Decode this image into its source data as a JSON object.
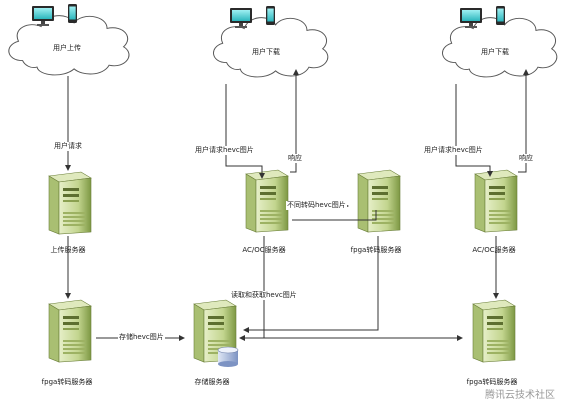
{
  "clouds": {
    "left": {
      "label": "用户上传"
    },
    "middle": {
      "label": "用户下载"
    },
    "right": {
      "label": "用户下载"
    }
  },
  "servers": {
    "upload": {
      "label": "上传服务器"
    },
    "ac_oc_middle": {
      "label": "AC/OC服务器"
    },
    "ffmpeg_middle": {
      "label": "fpga转码服务器"
    },
    "ac_oc_right": {
      "label": "AC/OC服务器"
    },
    "ffmpeg_left": {
      "label": "fpga转码服务器"
    },
    "storage": {
      "label": "存储服务器"
    },
    "ffmpeg_right": {
      "label": "fpga转码服务器"
    }
  },
  "edges": {
    "user_request": "用户请求",
    "request_hevc_middle": "用户请求hevc图片",
    "response_middle": "响应",
    "no_hevc_request": "不同转码hevc图片",
    "read_hevc": "读取和获取hevc图片",
    "store_hevc": "存储hevc图片",
    "request_hevc_right": "用户请求hevc图片",
    "response_right": "响应"
  },
  "watermark": "腾讯云技术社区",
  "colors": {
    "line": "#333333",
    "cloud_stroke": "#555555",
    "server_body": "#c9d9a1",
    "server_dark": "#6f8a3a"
  }
}
